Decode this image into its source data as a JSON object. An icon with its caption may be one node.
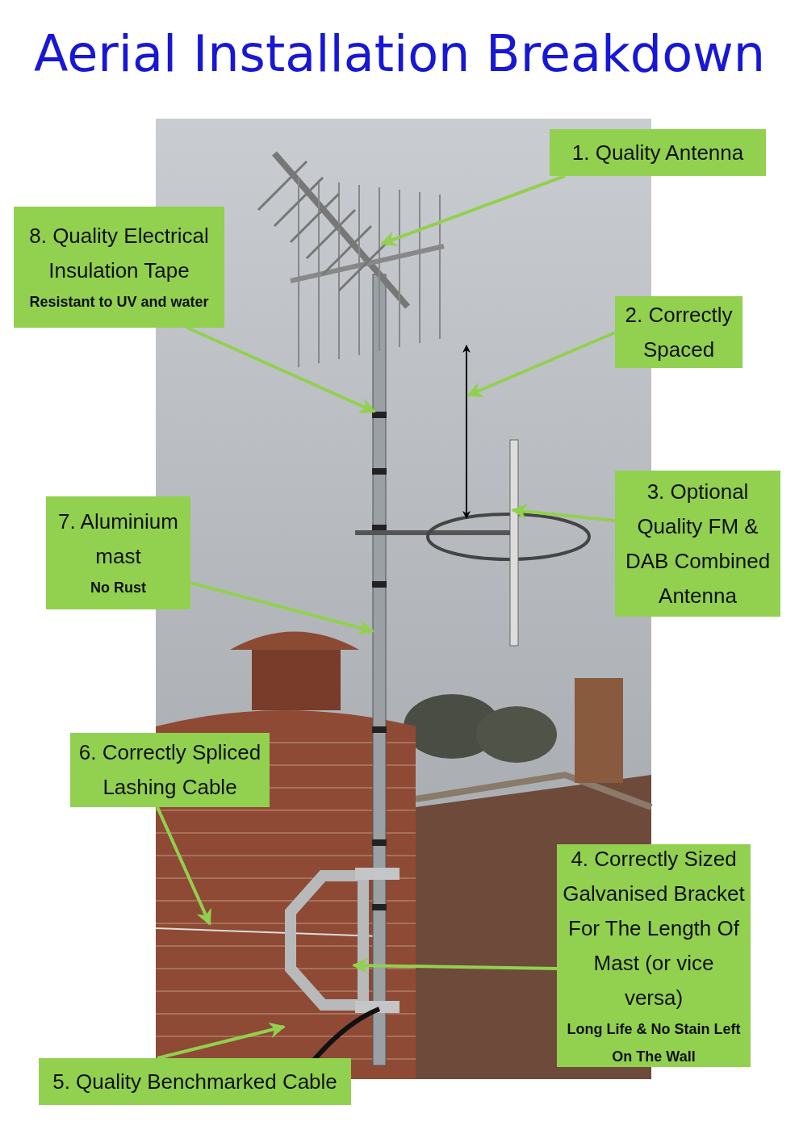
{
  "diagram": {
    "title": "Aerial Installation Breakdown",
    "nodes": [
      {
        "text": [
          "1. Quality Antenna"
        ]
      },
      {
        "text": [
          "2. Correctly Spaced"
        ]
      },
      {
        "text": [
          "3. Optional Quality FM & DAB Combined Antenna"
        ]
      },
      {
        "text": [
          "4. Correctly Sized Galvanised Bracket For The Length Of Mast (or vice versa)",
          "Long Life & No Stain Left On The Wall"
        ]
      },
      {
        "text": [
          "5. Quality Benchmarked Cable"
        ]
      },
      {
        "text": [
          "6. Correctly Spliced Lashing Cable"
        ]
      },
      {
        "text": [
          "7. Aluminium mast",
          "No Rust"
        ]
      },
      {
        "text": [
          "8. Quality Electrical Insulation Tape",
          "Resistant to UV and water"
        ]
      }
    ],
    "edges": [
      {
        "from": 0,
        "to": null,
        "arrow": "to"
      },
      {
        "from": 1,
        "to": null,
        "arrow": "to"
      },
      {
        "from": 2,
        "to": null,
        "arrow": "to"
      },
      {
        "from": 3,
        "to": null,
        "arrow": "to"
      },
      {
        "from": 4,
        "to": null,
        "arrow": "to"
      },
      {
        "from": 5,
        "to": null,
        "arrow": "to"
      },
      {
        "from": 6,
        "to": null,
        "arrow": "to"
      },
      {
        "from": 7,
        "to": null,
        "arrow": "to"
      }
    ]
  }
}
